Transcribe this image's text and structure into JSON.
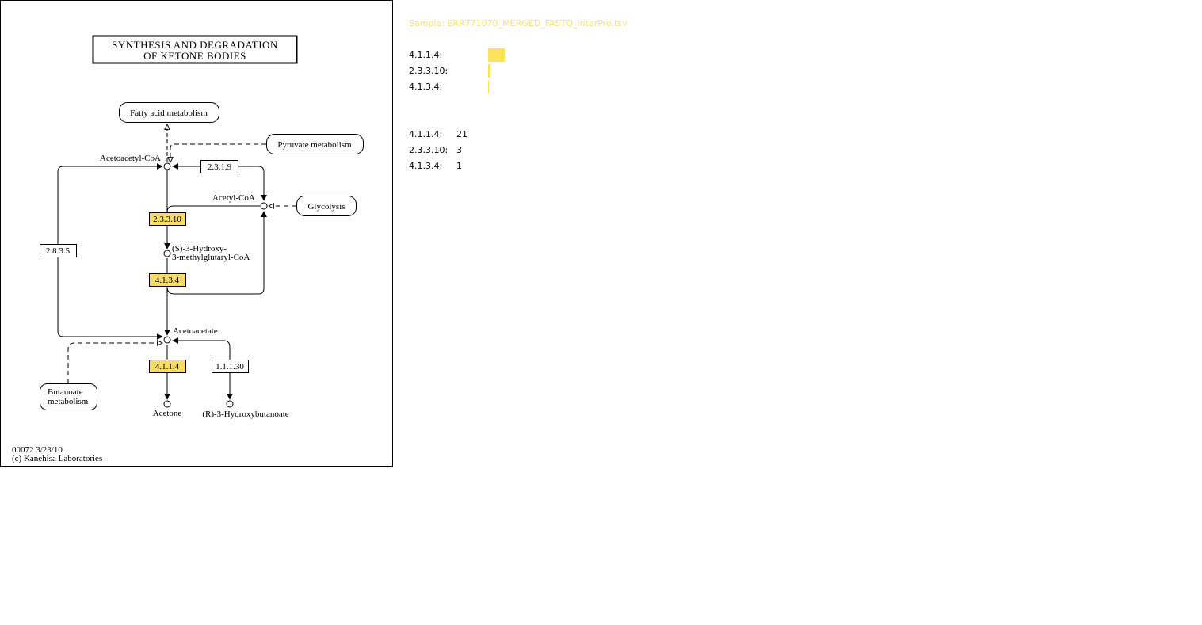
{
  "map": {
    "title_line1": "SYNTHESIS AND DEGRADATION",
    "title_line2": "OF KETONE BODIES",
    "footer_line1": "00072 3/23/10",
    "footer_line2": "(c) Kanehisa Laboratories",
    "highlight_color": "#f8dd62",
    "pathways": {
      "fatty_acid": "Fatty acid metabolism",
      "pyruvate": "Pyruvate metabolism",
      "glycolysis": "Glycolysis",
      "butanoate_line1": "Butanoate",
      "butanoate_line2": "metabolism"
    },
    "compounds": {
      "acetoacetyl_coa": "Acetoacetyl-CoA",
      "acetyl_coa": "Acetyl-CoA",
      "hmg_line1": "(S)-3-Hydroxy-",
      "hmg_line2": "3-methylglutaryl-CoA",
      "acetoacetate": "Acetoacetate",
      "acetone": "Acetone",
      "hydroxybutanoate": "(R)-3-Hydroxybutanoate"
    },
    "enzymes": {
      "e_2_3_1_9": "2.3.1.9",
      "e_2_3_3_10": "2.3.3.10",
      "e_4_1_3_4": "4.1.3.4",
      "e_2_8_3_5": "2.8.3.5",
      "e_4_1_1_4": "4.1.1.4",
      "e_1_1_1_30": "1.1.1.30"
    }
  },
  "sample": {
    "label": "Sample: ERR771070_MERGED_FASTQ_InterPro.tsv",
    "color": "#f7e27a"
  },
  "abundance": {
    "bar_color": "#fde25b",
    "max_value": 21,
    "rows": [
      {
        "label": "4.1.1.4:",
        "value": 21
      },
      {
        "label": "2.3.3.10:",
        "value": 3
      },
      {
        "label": "4.1.3.4:",
        "value": 1
      }
    ]
  },
  "counts": {
    "rows": [
      {
        "label": "4.1.1.4:",
        "value": "21"
      },
      {
        "label": "2.3.3.10:",
        "value": "3"
      },
      {
        "label": "4.1.3.4:",
        "value": "1"
      }
    ]
  }
}
